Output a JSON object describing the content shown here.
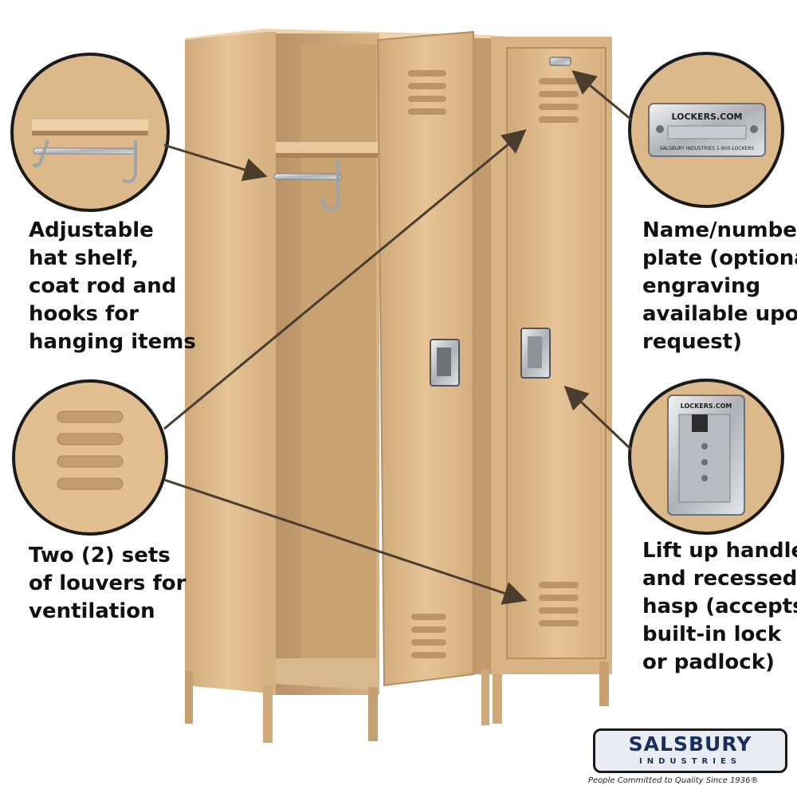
{
  "callouts": {
    "shelf": {
      "lines": [
        "Adjustable",
        "hat shelf,",
        "coat rod and",
        "hooks for",
        "hanging items"
      ]
    },
    "louvers": {
      "lines": [
        "Two (2) sets",
        "of louvers for",
        "ventilation"
      ]
    },
    "plate": {
      "lines": [
        "Name/number",
        "plate (optional",
        "engraving",
        "available upon",
        "request)"
      ]
    },
    "handle": {
      "lines": [
        "Lift up handle",
        "and recessed",
        "hasp (accepts",
        "built-in lock",
        "or padlock)"
      ]
    }
  },
  "plate_insets": {
    "name_plate_top": "LOCKERS.COM",
    "name_plate_bottom": "SALSBURY INDUSTRIES   1-800-LOCKERS",
    "handle_plate": "LOCKERS.COM"
  },
  "brand": {
    "name": "SALSBURY",
    "subtitle": "INDUSTRIES",
    "tagline": "People Committed to Quality Since 1936®"
  },
  "colors": {
    "locker_tan": "#e0bc8e",
    "locker_shadow": "#b48f63",
    "locker_dark": "#8a6a45",
    "arrow": "#4a3d2e",
    "brand_blue": "#1a2f5e"
  }
}
